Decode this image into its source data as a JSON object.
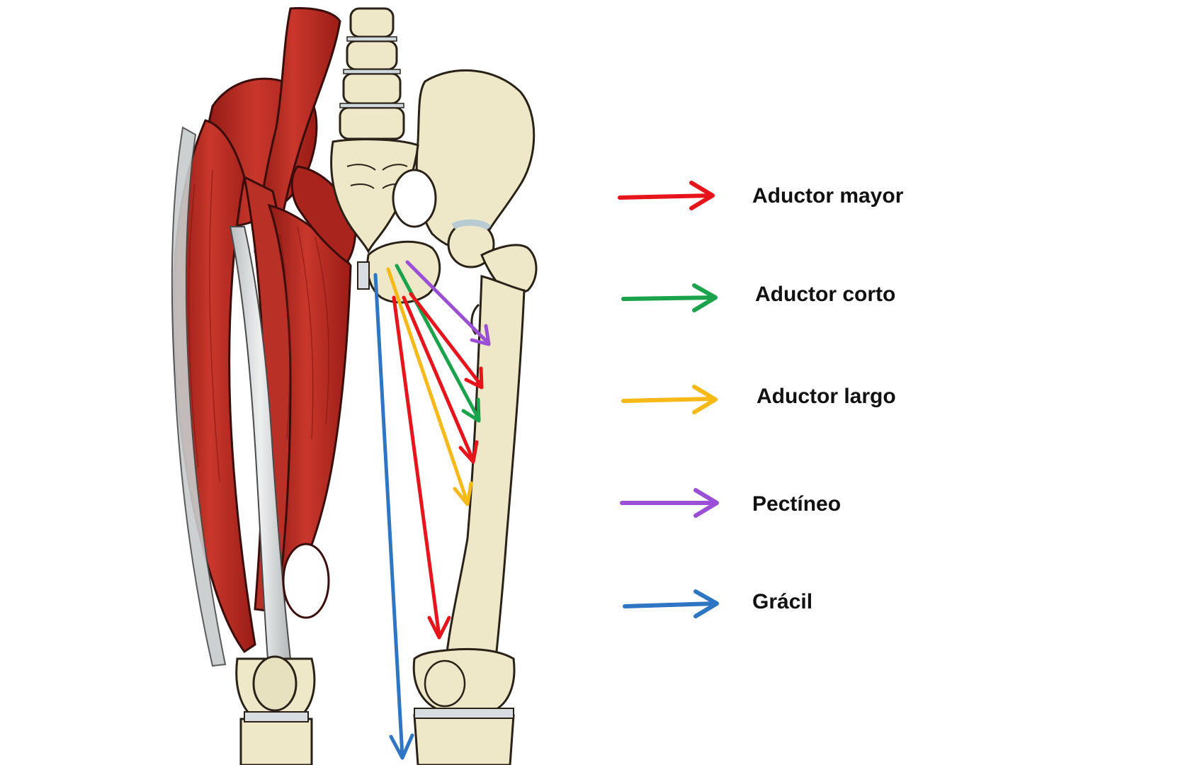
{
  "legend": [
    {
      "label": "Aductor mayor",
      "color": "#e8141b"
    },
    {
      "label": "Aductor corto",
      "color": "#1aa34a"
    },
    {
      "label": "Aductor largo",
      "color": "#f7b917"
    },
    {
      "label": "Pectíneo",
      "color": "#9b4fd6"
    },
    {
      "label": "Grácil",
      "color": "#2e75c4"
    }
  ],
  "colors": {
    "muscle": "#b2261f",
    "muscle_dark": "#7f1511",
    "bone": "#efe8c8",
    "bone_outline": "#2a2218",
    "tendon": "#d9dcdd"
  }
}
